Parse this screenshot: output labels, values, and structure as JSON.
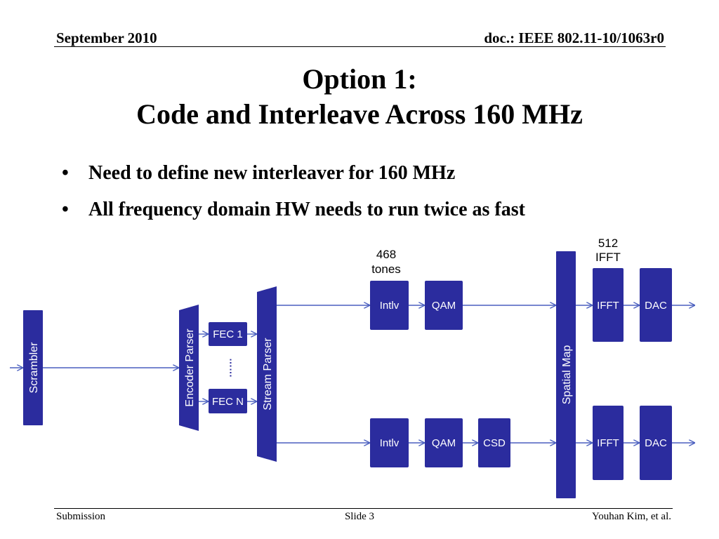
{
  "header": {
    "date": "September 2010",
    "doc_id": "doc.: IEEE 802.11-10/1063r0"
  },
  "title": {
    "line1": "Option 1:",
    "line2": "Code and Interleave Across 160 MHz"
  },
  "bullets": [
    "Need to define new interleaver for 160 MHz",
    "All frequency domain HW needs to run twice as fast"
  ],
  "diagram": {
    "scrambler": "Scrambler",
    "encoder_parser": "Encoder Parser",
    "fec_1": "FEC 1",
    "fec_n": "FEC N",
    "fec_dots": "……",
    "stream_parser": "Stream Parser",
    "spatial_map": "Spatial Map",
    "tones_value": "468",
    "tones_unit": "tones",
    "ifft_size": "512",
    "ifft_unit": "IFFT",
    "top_chain": {
      "intlv": "Intlv",
      "qam": "QAM",
      "ifft": "IFFT",
      "dac": "DAC"
    },
    "bottom_chain": {
      "intlv": "Intlv",
      "qam": "QAM",
      "csd": "CSD",
      "ifft": "IFFT",
      "dac": "DAC"
    },
    "colors": {
      "block": "#2b2c9e",
      "arrow": "#4a5fbf"
    }
  },
  "footer": {
    "left": "Submission",
    "center": "Slide 3",
    "right": "Youhan Kim, et al."
  }
}
